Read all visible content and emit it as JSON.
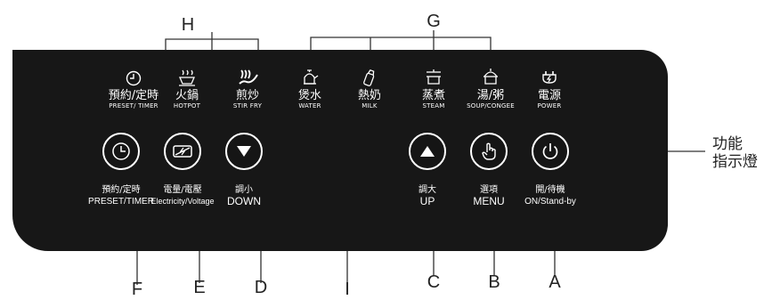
{
  "callouts": {
    "H": "H",
    "G": "G",
    "F": "F",
    "E": "E",
    "D": "D",
    "I": "I",
    "C": "C",
    "B": "B",
    "A": "A"
  },
  "indicator": {
    "line1": "功能",
    "line2": "指示燈"
  },
  "modes": [
    {
      "cn": "預約/定時",
      "en": "PRESET/ TIMER",
      "icon": "clock-icon"
    },
    {
      "cn": "火鍋",
      "en": "HOTPOT",
      "icon": "hotpot-icon"
    },
    {
      "cn": "煎炒",
      "en": "STIR FRY",
      "icon": "stir-fry-icon"
    },
    {
      "cn": "煲水",
      "en": "WATER",
      "icon": "kettle-icon"
    },
    {
      "cn": "熱奶",
      "en": "MILK",
      "icon": "milk-bottle-icon"
    },
    {
      "cn": "蒸煮",
      "en": "STEAM",
      "icon": "steamer-icon"
    },
    {
      "cn": "湯/粥",
      "en": "SOUP/CONGEE",
      "icon": "soup-pot-icon"
    },
    {
      "cn": "電源",
      "en": "POWER",
      "icon": "power-plug-icon"
    }
  ],
  "buttons": [
    {
      "cn": "預約/定時",
      "en": "PRESET/TIMER",
      "icon": "clock-icon"
    },
    {
      "cn": "電量/電壓",
      "en": "Electricity/Voltage",
      "icon": "power-meter-icon"
    },
    {
      "cn": "調小",
      "en": "DOWN",
      "icon": "triangle-down-icon"
    },
    {
      "cn": "調大",
      "en": "UP",
      "icon": "triangle-up-icon"
    },
    {
      "cn": "選項",
      "en": "MENU",
      "icon": "hand-pointer-icon"
    },
    {
      "cn": "開/待機",
      "en": "ON/Stand-by",
      "icon": "power-icon"
    }
  ]
}
